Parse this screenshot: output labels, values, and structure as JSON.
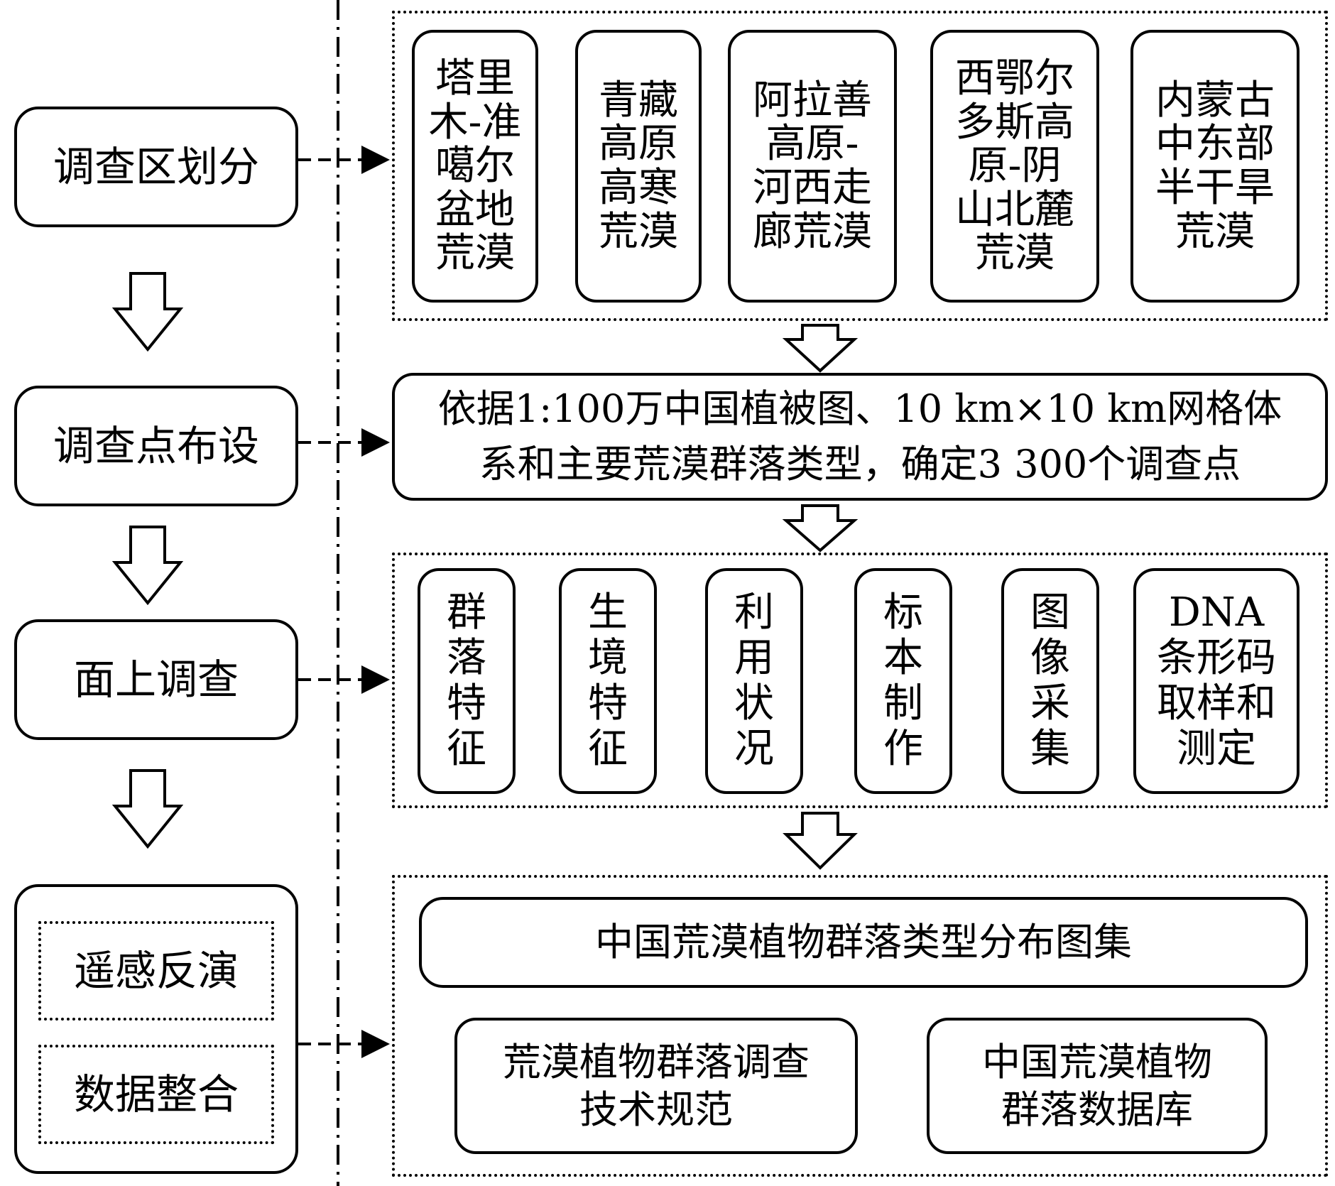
{
  "stages": [
    {
      "id": "division",
      "label": "调查区划分"
    },
    {
      "id": "site-setup",
      "label": "调查点布设"
    },
    {
      "id": "field-survey",
      "label": "面上调查"
    }
  ],
  "final_stage": {
    "items": [
      "遥感反演",
      "数据整合"
    ]
  },
  "regions": [
    "塔里\n木-准\n噶尔\n盆地\n荒漠",
    "青藏\n高原\n高寒\n荒漠",
    "阿拉善\n高原-\n河西走\n廊荒漠",
    "西鄂尔\n多斯高\n原-阴\n山北麓\n荒漠",
    "内蒙古\n中东部\n半干旱\n荒漠"
  ],
  "site_basis": "依据1:100万中国植被图、10 km×10  km网格体\n系和主要荒漠群落类型，确定3 300个调查点",
  "survey_items": [
    "群\n落\n特\n征",
    "生\n境\n特\n征",
    "利\n用\n状\n况",
    "标\n本\n制\n作",
    "图\n像\n采\n集",
    "DNA\n条形码\n取样和\n测定"
  ],
  "outputs": {
    "atlas": "中国荒漠植物群落类型分布图集",
    "spec": "荒漠植物群落调查\n技术规范",
    "database": "中国荒漠植物\n群落数据库"
  }
}
